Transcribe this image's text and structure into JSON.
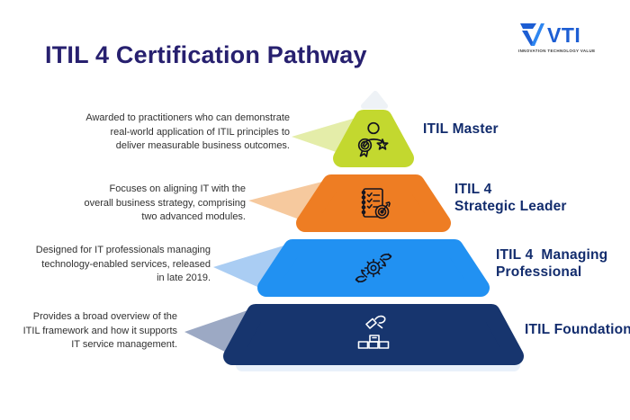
{
  "title": "ITIL 4 Certification Pathway",
  "logo": {
    "brand": "VTI",
    "tagline": "INNOVATION TECHNOLOGY VALUE"
  },
  "palette": {
    "background": "#ffffff",
    "title_text": "#27206f",
    "label_text": "#122c6d",
    "body_text": "#313131",
    "logo_blue": "#1d5ed3",
    "logo_light_blue": "#2e86f0",
    "base_shadow": "#e9f1fa",
    "apex_tint": "#eef2f6"
  },
  "levels": [
    {
      "name": "master",
      "label_lines": [
        "ITIL Master",
        ""
      ],
      "description_lines": [
        "Awarded to practitioners who can demonstrate",
        "real-world application of ITIL principles to",
        "deliver measurable business outcomes."
      ],
      "color": "#c3d82f",
      "pointer_color": "#e4eda9",
      "icon": "medal-award-icon"
    },
    {
      "name": "strategic-leader",
      "label_lines": [
        "ITIL 4",
        "Strategic Leader"
      ],
      "description_lines": [
        "Focuses on aligning IT with the",
        "overall business strategy, comprising",
        "two advanced modules."
      ],
      "color": "#ee7d23",
      "pointer_color": "#f6c99e",
      "icon": "checklist-target-icon"
    },
    {
      "name": "managing-professional",
      "label_lines": [
        "ITIL 4  Managing",
        "Professional"
      ],
      "description_lines": [
        "Designed for IT professionals managing",
        "technology-enabled services, released",
        "in late 2019."
      ],
      "color": "#2191f2",
      "pointer_color": "#aacdf3",
      "icon": "gear-collaboration-icon"
    },
    {
      "name": "foundation",
      "label_lines": [
        "ITIL Foundation",
        ""
      ],
      "description_lines": [
        "Provides a broad overview of the",
        "ITIL framework and how it supports",
        "IT service management."
      ],
      "color": "#17356e",
      "pointer_color": "#9ca9c4",
      "icon": "bricklaying-icon"
    }
  ]
}
